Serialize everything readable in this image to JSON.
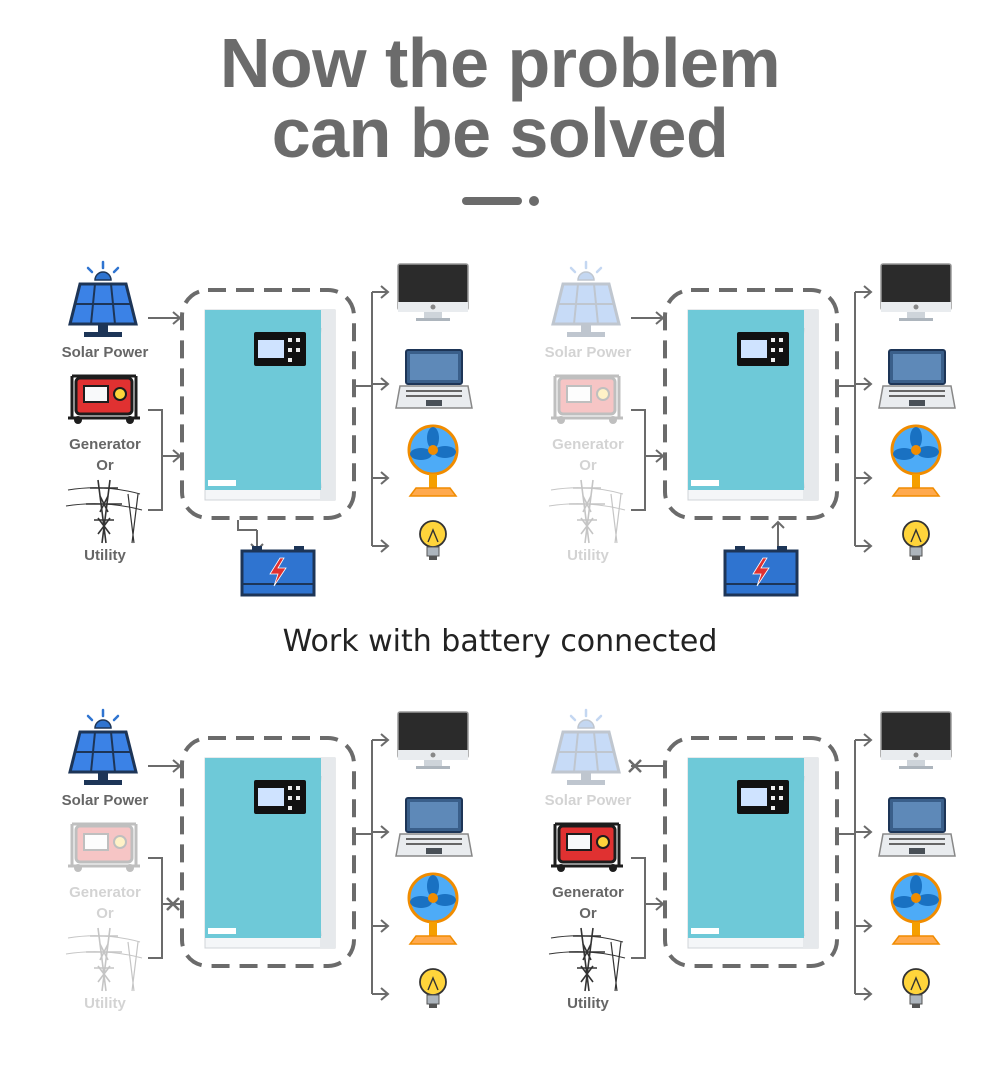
{
  "headline": {
    "line1": "Now the problem",
    "line2": "can be solved"
  },
  "caption": "Work with battery connected",
  "colors": {
    "title": "#6b6b6b",
    "inverter": "#6ec9d8",
    "battery": "#2f74d0",
    "dashed": "#6b6b6b"
  },
  "labels": {
    "solar": "Solar Power",
    "generator": "Generator",
    "or": "Or",
    "utility": "Utility"
  },
  "panels": [
    {
      "id": "p1",
      "solar_active": true,
      "grid_active": true,
      "battery_shown": true,
      "battery_flow": "charge",
      "solar_cut": false,
      "grid_cut": false
    },
    {
      "id": "p2",
      "solar_active": false,
      "grid_active": false,
      "battery_shown": true,
      "battery_flow": "discharge",
      "solar_cut": false,
      "grid_cut": false
    },
    {
      "id": "p3",
      "solar_active": true,
      "grid_active": false,
      "battery_shown": false,
      "battery_flow": "none",
      "solar_cut": false,
      "grid_cut": true
    },
    {
      "id": "p4",
      "solar_active": false,
      "grid_active": true,
      "battery_shown": false,
      "battery_flow": "none",
      "solar_cut": true,
      "grid_cut": false
    }
  ],
  "loads": [
    "monitor-icon",
    "laptop-icon",
    "fan-icon",
    "lightbulb-icon"
  ]
}
